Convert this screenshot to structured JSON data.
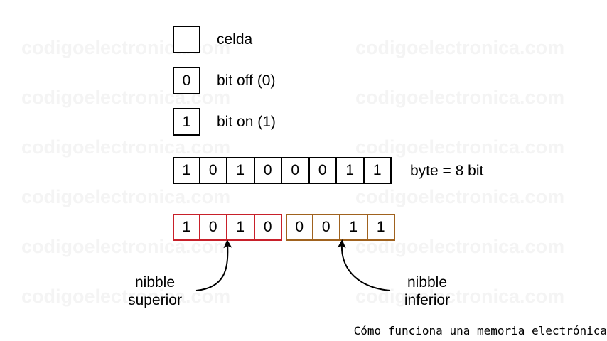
{
  "watermark": "codigoelectronica.com",
  "legend": {
    "cell_label": "celda",
    "bit_off": {
      "symbol": "0",
      "label": "bit off (0)"
    },
    "bit_on": {
      "symbol": "1",
      "label": "bit on (1)"
    }
  },
  "byte": {
    "bits": [
      "1",
      "0",
      "1",
      "0",
      "0",
      "0",
      "1",
      "1"
    ],
    "label": "byte = 8 bit"
  },
  "nibbles": {
    "upper": {
      "bits": [
        "1",
        "0",
        "1",
        "0"
      ],
      "label_line1": "nibble",
      "label_line2": "superior"
    },
    "lower": {
      "bits": [
        "0",
        "0",
        "1",
        "1"
      ],
      "label_line1": "nibble",
      "label_line2": "inferior"
    }
  },
  "colors": {
    "upper_nibble": "#c8202a",
    "lower_nibble": "#a0621e",
    "outline": "#000000"
  },
  "footer": "Cómo funciona una memoria electrónica"
}
